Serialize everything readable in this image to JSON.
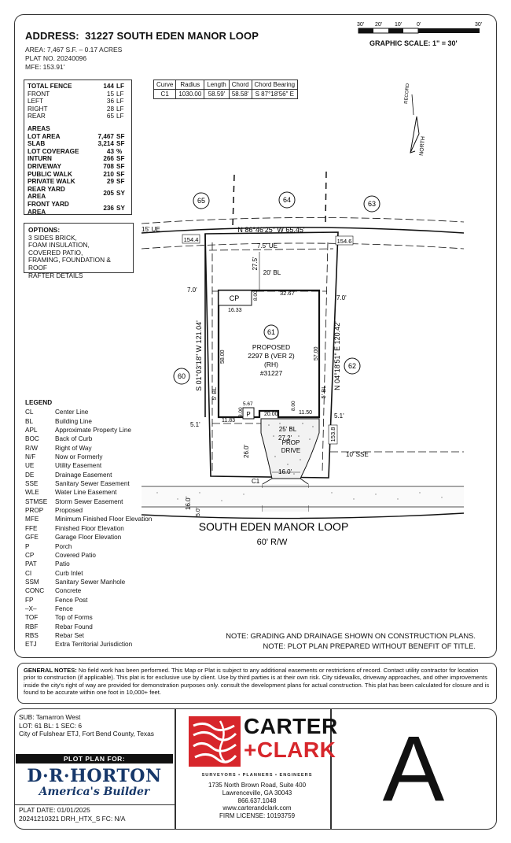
{
  "header": {
    "address_label": "ADDRESS:",
    "address": "31227 SOUTH EDEN MANOR LOOP",
    "area": "AREA: 7,467 S.F. – 0.17 ACRES",
    "plat_no": "PLAT NO. 20240096",
    "mfe": "MFE: 153.91'"
  },
  "scale": {
    "ticks": [
      "30'",
      "20'",
      "10'",
      "0'",
      "30'"
    ],
    "label": "GRAPHIC SCALE: 1\" = 30'"
  },
  "stats": {
    "fence": [
      {
        "label": "TOTAL FENCE",
        "value": "144",
        "unit": "LF",
        "bold": true
      },
      {
        "label": "FRONT",
        "value": "15",
        "unit": "LF"
      },
      {
        "label": "LEFT",
        "value": "36",
        "unit": "LF"
      },
      {
        "label": "RIGHT",
        "value": "28",
        "unit": "LF"
      },
      {
        "label": "REAR",
        "value": "65",
        "unit": "LF"
      }
    ],
    "areas_title": "AREAS",
    "areas": [
      {
        "label": "LOT AREA",
        "value": "7,467",
        "unit": "SF"
      },
      {
        "label": "SLAB",
        "value": "3,214",
        "unit": "SF"
      },
      {
        "label": "LOT COVERAGE",
        "value": "43",
        "unit": "%"
      },
      {
        "label": "INTURN",
        "value": "266",
        "unit": "SF"
      },
      {
        "label": "DRIVEWAY",
        "value": "708",
        "unit": "SF"
      },
      {
        "label": "PUBLIC WALK",
        "value": "210",
        "unit": "SF"
      },
      {
        "label": "PRIVATE WALK",
        "value": "29",
        "unit": "SF"
      },
      {
        "label": "REAR YARD AREA",
        "value": "205",
        "unit": "SY"
      },
      {
        "label": "FRONT YARD AREA",
        "value": "236",
        "unit": "SY"
      }
    ]
  },
  "curve_table": {
    "headers": [
      "Curve",
      "Radius",
      "Length",
      "Chord",
      "Chord Bearing"
    ],
    "rows": [
      [
        "C1",
        "1030.00",
        "58.59'",
        "58.58'",
        "S 87°18'56\" E"
      ]
    ]
  },
  "options": {
    "title": "OPTIONS:",
    "lines": [
      "3 SIDES BRICK,",
      "FOAM INSULATION,",
      "COVERED PATIO,",
      "FRAMING, FOUNDATION & ROOF",
      "RAFTER DETAILS"
    ]
  },
  "plan": {
    "lot_numbers": [
      "65",
      "64",
      "63",
      "61",
      "60",
      "62"
    ],
    "rear_bearing": "N 86°46'25\" W 65.45'",
    "left_bearing": "S 01°03'18\" W 121.04'",
    "right_bearing": "N 04°18'51\" E 120.42'",
    "ue15": "15' UE",
    "ue75": "7.5' UE",
    "bl20": "20' BL",
    "bl25": "25' BL",
    "bl5_left": "5' BL",
    "bl5_right": "5' BL",
    "sse10": "10' SSE",
    "elev_left": "154.4",
    "elev_right": "154.6",
    "elev_front": "153.8",
    "dim_275": "27.5'",
    "dim_70_left": "7.0'",
    "dim_70_right": "7.0'",
    "dim_51_left": "5.1'",
    "dim_51_right": "5.1'",
    "dim_3267": "32.67",
    "dim_1633": "16.33",
    "dim_800_top": "8.00",
    "dim_5800": "58.00",
    "dim_5700": "57.00",
    "dim_567": "5.67",
    "dim_800_porch": "8.00",
    "dim_2000": "20.00",
    "dim_1150": "11.50",
    "dim_1183": "11.83",
    "dim_800_garage": "8.00",
    "dim_272": "27.2'",
    "dim_260": "26.0'",
    "dim_160_drive": "16.0'",
    "dim_160_walk": "16.0'",
    "dim_50": "5.0'",
    "cp": "CP",
    "p": "P",
    "c1": "C1",
    "house": [
      "PROPOSED",
      "2297 B (VER 2)",
      "(RH)",
      "#31227"
    ],
    "drive": [
      "PROP",
      "DRIVE"
    ],
    "north": "NORTH",
    "record": "RECORD",
    "street": "SOUTH EDEN MANOR LOOP",
    "row": "60' R/W"
  },
  "legend": {
    "title": "LEGEND",
    "items": [
      [
        "CL",
        "Center Line"
      ],
      [
        "BL",
        "Building Line"
      ],
      [
        "APL",
        "Approximate Property Line"
      ],
      [
        "BOC",
        "Back of Curb"
      ],
      [
        "R/W",
        "Right of Way"
      ],
      [
        "N/F",
        "Now or Formerly"
      ],
      [
        "UE",
        "Utility Easement"
      ],
      [
        "DE",
        "Drainage Easement"
      ],
      [
        "SSE",
        "Sanitary Sewer Easement"
      ],
      [
        "WLE",
        "Water Line Easement"
      ],
      [
        "STMSE",
        "Storm Sewer Easement"
      ],
      [
        "PROP",
        "Proposed"
      ],
      [
        "MFE",
        "Minimum Finished Floor Elevation"
      ],
      [
        "FFE",
        "Finished Floor Elevation"
      ],
      [
        "GFE",
        "Garage Floor Elevation"
      ],
      [
        "P",
        "Porch"
      ],
      [
        "CP",
        "Covered Patio"
      ],
      [
        "PAT",
        "Patio"
      ],
      [
        "CI",
        "Curb Inlet"
      ],
      [
        "SSM",
        "Sanitary Sewer Manhole"
      ],
      [
        "CONC",
        "Concrete"
      ],
      [
        "FP",
        "Fence Post"
      ],
      [
        "–X–",
        "Fence"
      ],
      [
        "TOF",
        "Top of Forms"
      ],
      [
        "RBF",
        "Rebar Found"
      ],
      [
        "RBS",
        "Rebar Set"
      ],
      [
        "ETJ",
        "Extra Territorial Jurisdiction"
      ]
    ]
  },
  "notes": [
    "NOTE: GRADING AND DRAINAGE SHOWN ON CONSTRUCTION PLANS.",
    "NOTE: PLOT PLAN PREPARED WITHOUT BENEFIT OF TITLE."
  ],
  "general_notes": {
    "label": "GENERAL NOTES:",
    "text": "No field work has been performed. This Map or Plat is subject to any additional easements or restrictions of record. Contact utility contractor for location prior to construction (if applicable). This plat is for exclusive use by client. Use by third parties is at their own risk. City sidewalks, driveway approaches, and other improvements inside the city's right of way are provided for demonstration purposes only. consult the development plans for actual construction. This plat has been calculated for closure and is found to be accurate within one foot in 10,000+ feet."
  },
  "subdivision": {
    "sub": "SUB: Tamarron West",
    "lot_line": "LOT: 61   BL: 1     SEC: 6",
    "location": "City of Fulshear ETJ, Fort Bend County, Texas"
  },
  "plot_plan_for": "PLOT PLAN FOR:",
  "builder": {
    "name": "D·R·HORTON",
    "slogan": "America's Builder"
  },
  "plat_info": {
    "date": "PLAT DATE:  01/01/2025",
    "code": "20241210321  DRH_HTX_S  FC: N/A"
  },
  "company": {
    "name_1": "CARTER",
    "name_2": "+CLARK",
    "tagline": "SURVEYORS • PLANNERS • ENGINEERS",
    "address": [
      "1735 North Brown Road, Suite 400",
      "Lawrenceville, GA 30043",
      "866.637.1048",
      "www.carterandclark.com",
      "FIRM LICENSE: 10193759"
    ],
    "logo_color": "#d7262b"
  },
  "sheet_letter": "A"
}
